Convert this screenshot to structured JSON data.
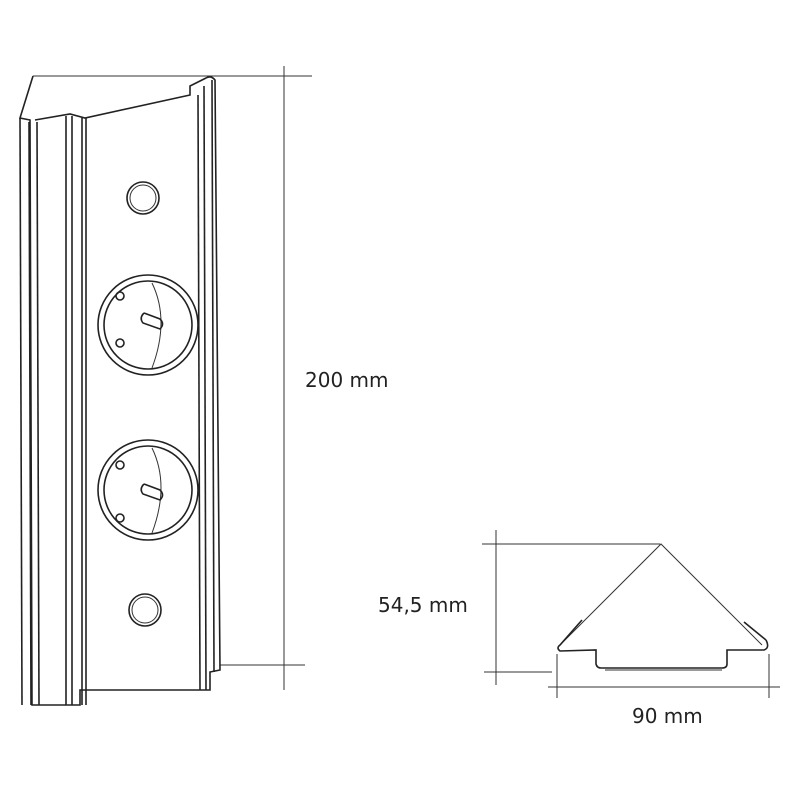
{
  "dimensions": {
    "height": "200 mm",
    "depth": "54,5 mm",
    "width": "90 mm"
  },
  "colors": {
    "line": "#222222",
    "background": "#ffffff"
  }
}
